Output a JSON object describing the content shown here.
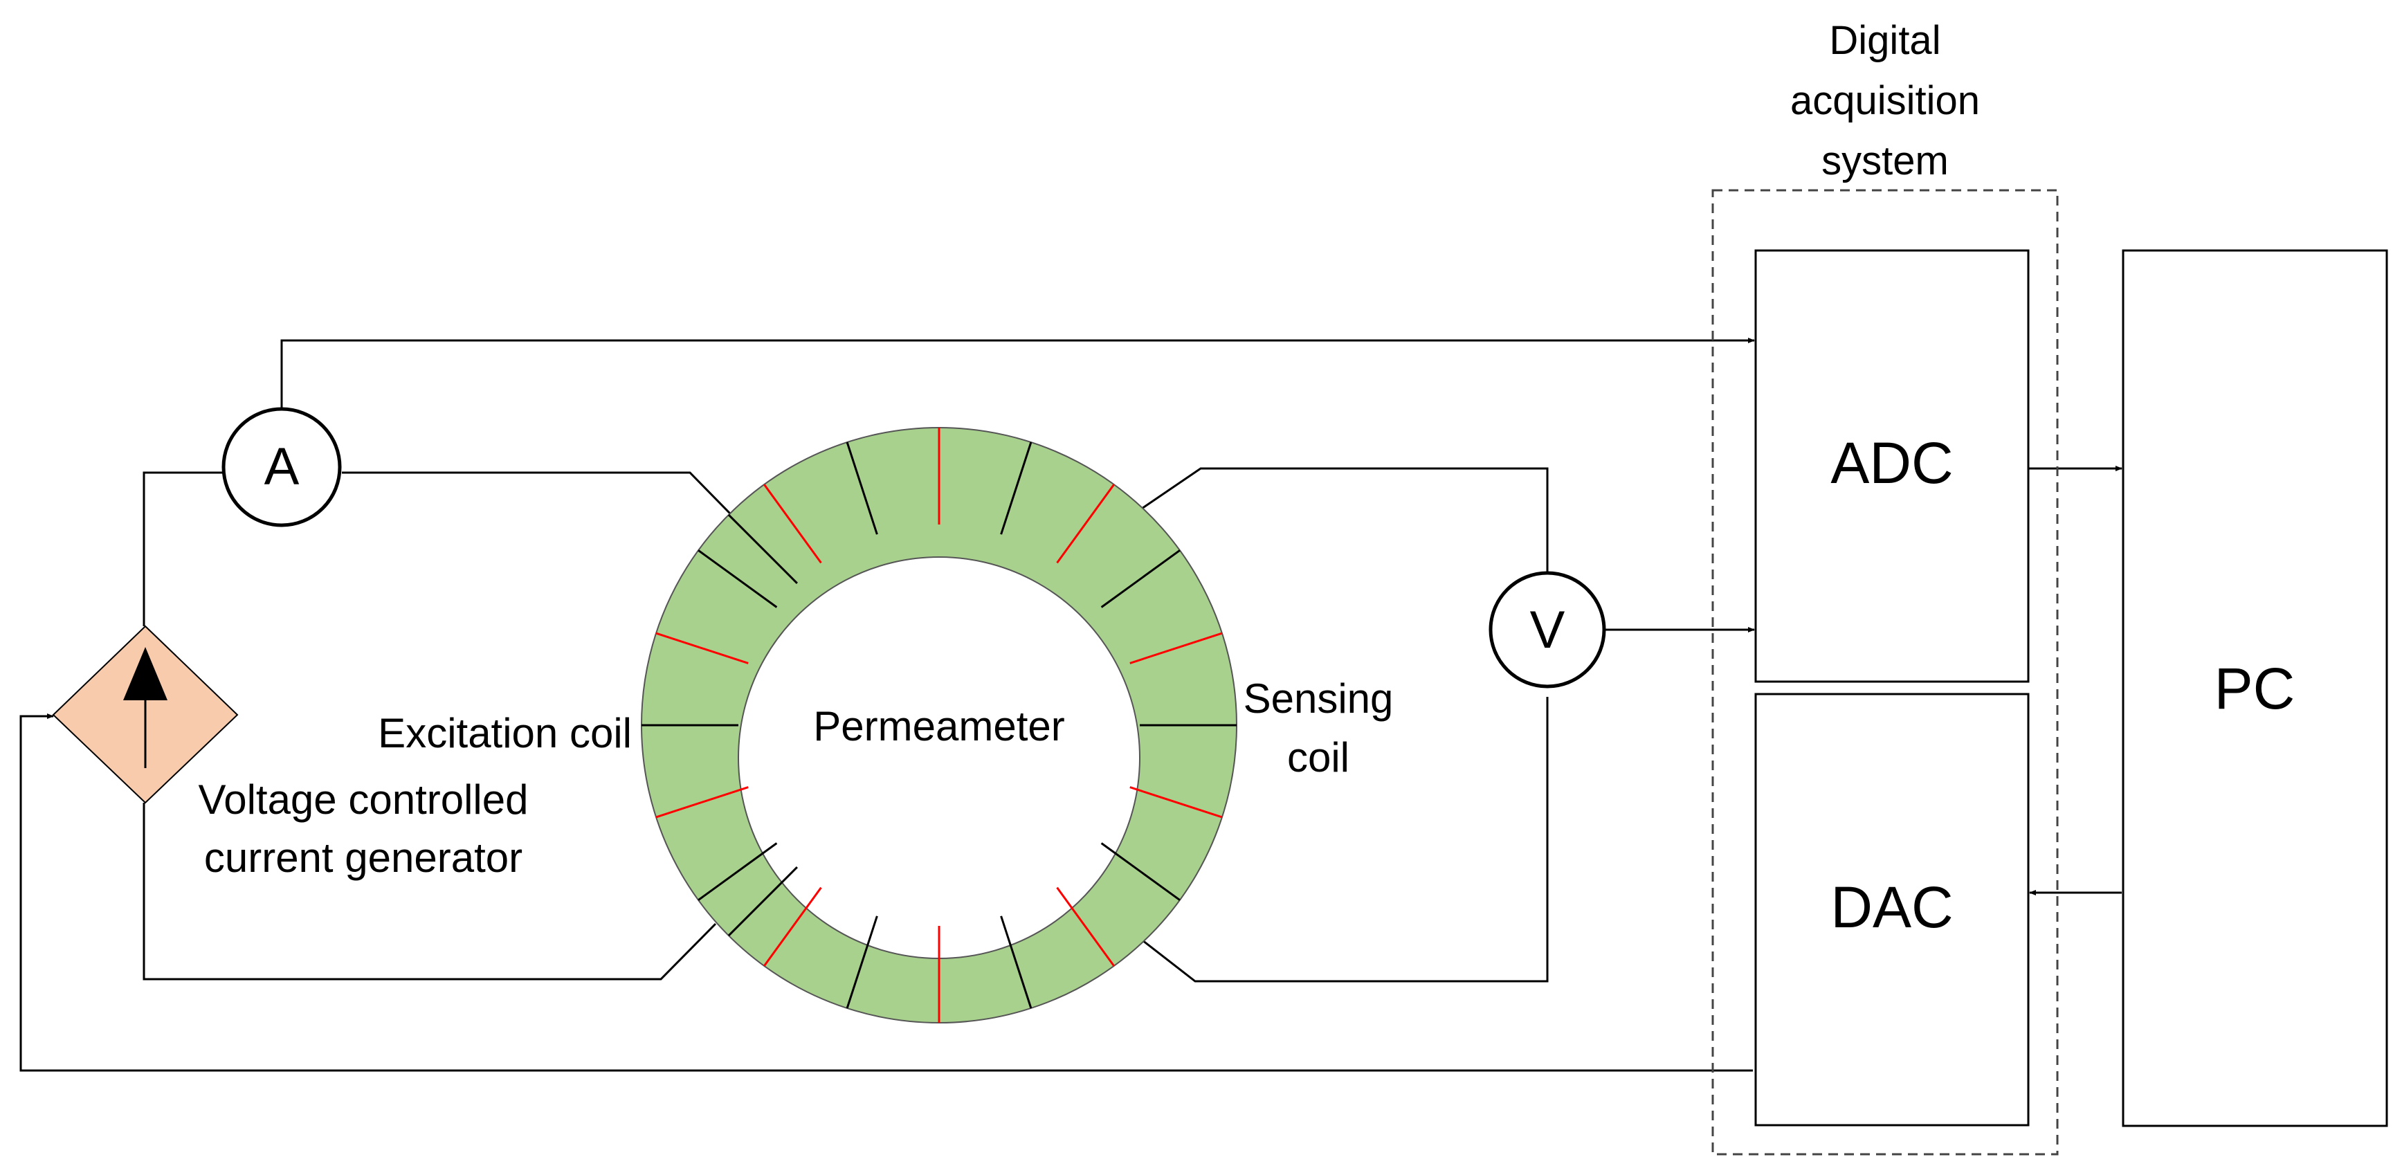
{
  "labels": {
    "ammeter": "A",
    "voltmeter": "V",
    "excitation_coil": "Excitation coil",
    "permeameter": "Permeameter",
    "sensing_coil_line1": "Sensing",
    "sensing_coil_line2": "coil",
    "generator_line1": "Voltage controlled",
    "generator_line2": "current generator",
    "acquisition_line1": "Digital",
    "acquisition_line2": "acquisition",
    "acquisition_line3": "system",
    "adc": "ADC",
    "dac": "DAC",
    "pc": "PC"
  },
  "colors": {
    "toroid_fill": "#a9d18e",
    "generator_fill": "#f8cbad",
    "excitation_winding": "#000000",
    "sensing_winding": "#ff0000",
    "line": "#000000"
  }
}
